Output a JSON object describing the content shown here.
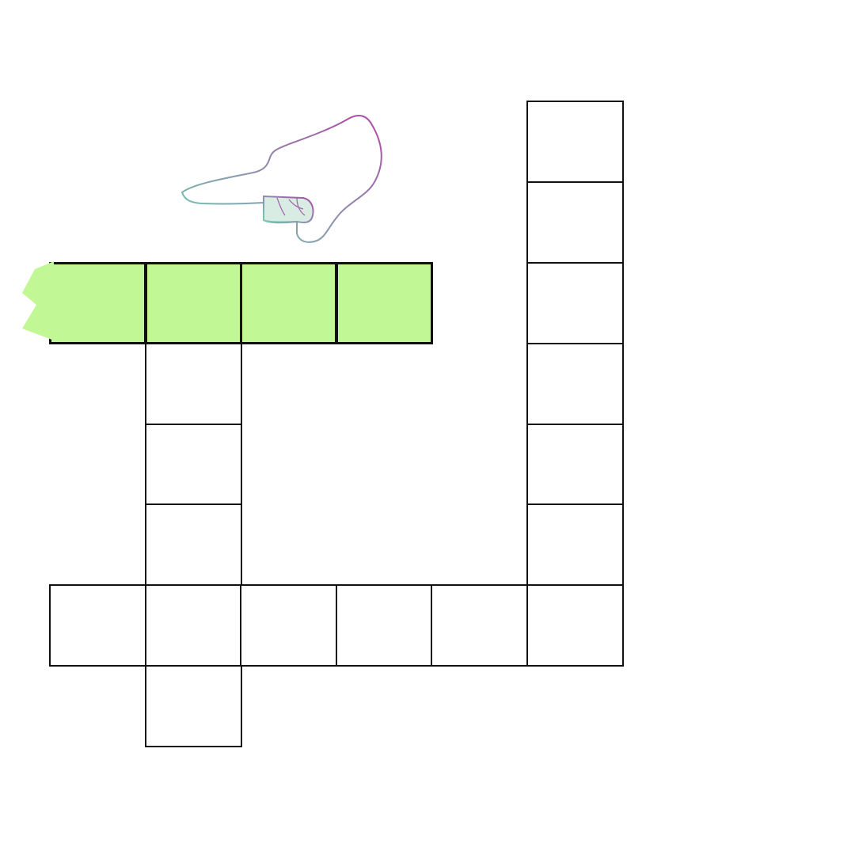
{
  "game": {
    "kind": "crossword-grid",
    "hint_icon": "pointing-hand-icon",
    "highlight_color": "#c1f794",
    "grid_line_color": "#111111",
    "highlighted_word": {
      "direction": "across",
      "row": 0,
      "start_col": 0,
      "length": 4
    },
    "cells": [
      {
        "row": 0,
        "col": 0,
        "highlighted": true
      },
      {
        "row": 0,
        "col": 1,
        "highlighted": true
      },
      {
        "row": 0,
        "col": 2,
        "highlighted": true
      },
      {
        "row": 0,
        "col": 3,
        "highlighted": true
      },
      {
        "row": 1,
        "col": 1,
        "highlighted": false
      },
      {
        "row": 2,
        "col": 1,
        "highlighted": false
      },
      {
        "row": 3,
        "col": 1,
        "highlighted": false
      },
      {
        "row": 4,
        "col": 0,
        "highlighted": false
      },
      {
        "row": 4,
        "col": 1,
        "highlighted": false
      },
      {
        "row": 4,
        "col": 2,
        "highlighted": false
      },
      {
        "row": 4,
        "col": 3,
        "highlighted": false
      },
      {
        "row": 4,
        "col": 4,
        "highlighted": false
      },
      {
        "row": 4,
        "col": 5,
        "highlighted": false
      },
      {
        "row": 5,
        "col": 1,
        "highlighted": false
      },
      {
        "row": -2,
        "col": 5,
        "highlighted": false
      },
      {
        "row": -1,
        "col": 5,
        "highlighted": false
      },
      {
        "row": 0,
        "col": 5,
        "highlighted": false
      },
      {
        "row": 1,
        "col": 5,
        "highlighted": false
      },
      {
        "row": 2,
        "col": 5,
        "highlighted": false
      },
      {
        "row": 3,
        "col": 5,
        "highlighted": false
      }
    ]
  }
}
